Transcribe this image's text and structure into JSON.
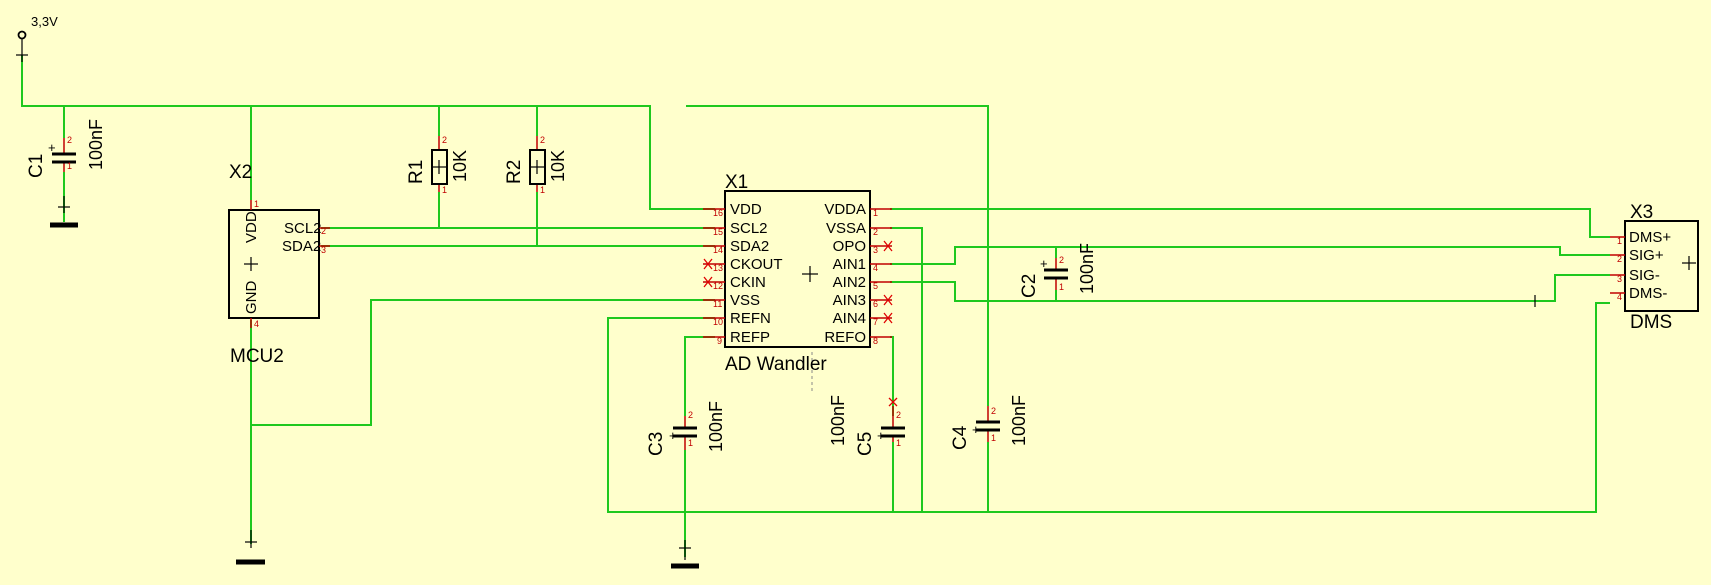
{
  "supply": {
    "label": "3,3V"
  },
  "components": {
    "C1": {
      "name": "C1",
      "value": "100nF",
      "pin_top": "2",
      "pin_bottom": "1",
      "polarity": "+"
    },
    "C2": {
      "name": "C2",
      "value": "100nF",
      "pin_top": "2",
      "pin_bottom": "1",
      "polarity": "+"
    },
    "C3": {
      "name": "C3",
      "value": "100nF",
      "pin_top": "2",
      "pin_bottom": "1",
      "polarity": "+"
    },
    "C4": {
      "name": "C4",
      "value": "100nF",
      "pin_top": "2",
      "pin_bottom": "1",
      "polarity": "+"
    },
    "C5": {
      "name": "C5",
      "value": "100nF",
      "pin_top": "2",
      "pin_bottom": "1",
      "polarity": "+"
    },
    "R1": {
      "name": "R1",
      "value": "10K",
      "pin_top": "2",
      "pin_bottom": "1"
    },
    "R2": {
      "name": "R2",
      "value": "10K",
      "pin_top": "2",
      "pin_bottom": "1"
    },
    "X2": {
      "name": "X2",
      "footer": "MCU2",
      "pins": {
        "vdd": "VDD",
        "gnd": "GND",
        "scl": "SCL2",
        "sda": "SDA2"
      },
      "pin_numbers": {
        "vdd": "1",
        "scl": "2",
        "sda": "3",
        "gnd": "4"
      }
    },
    "X1": {
      "name": "X1",
      "footer": "AD Wandler",
      "left_pins": [
        {
          "label": "VDD",
          "num": "16"
        },
        {
          "label": "SCL2",
          "num": "15"
        },
        {
          "label": "SDA2",
          "num": "14"
        },
        {
          "label": "CKOUT",
          "num": "13"
        },
        {
          "label": "CKIN",
          "num": "12"
        },
        {
          "label": "VSS",
          "num": "11"
        },
        {
          "label": "REFN",
          "num": "10"
        },
        {
          "label": "REFP",
          "num": "9"
        }
      ],
      "right_pins": [
        {
          "label": "VDDA",
          "num": "1"
        },
        {
          "label": "VSSA",
          "num": "2"
        },
        {
          "label": "OPO",
          "num": "3"
        },
        {
          "label": "AIN1",
          "num": "4"
        },
        {
          "label": "AIN2",
          "num": "5"
        },
        {
          "label": "AIN3",
          "num": "6"
        },
        {
          "label": "AIN4",
          "num": "7"
        },
        {
          "label": "REFO",
          "num": "8"
        }
      ]
    },
    "X3": {
      "name": "X3",
      "footer": "DMS",
      "pins": [
        {
          "label": "DMS+",
          "num": "1"
        },
        {
          "label": "SIG+",
          "num": "2"
        },
        {
          "label": "SIG-",
          "num": "3"
        },
        {
          "label": "DMS-",
          "num": "4"
        }
      ]
    }
  },
  "colors": {
    "background": "#ffffcc",
    "wire": "#1ec81e",
    "pin": "#c00000",
    "body": "#000000"
  }
}
